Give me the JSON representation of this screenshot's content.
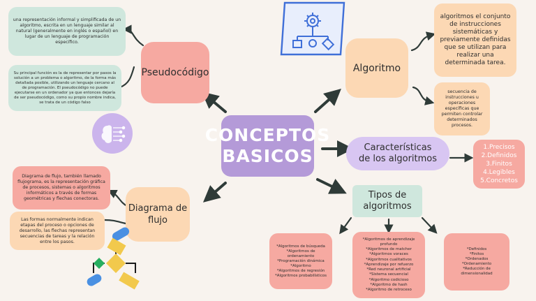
{
  "center": {
    "line1": "CONCEPTOS",
    "line2": "BASICOS"
  },
  "pseudocodigo": {
    "title": "Pseudocódigo",
    "def1": "una representación informal y simplificada de un algoritmo, escrita en un lenguaje similar al natural (generalmente en inglés o español) en lugar de un lenguaje de programación específico.",
    "def2": "Su principal función es la de representar por pasos la solución a un problema o algoritmo, de la forma más detallada posible, utilizando un lenguaje cercano al de programación. El pseudocódigo no puede ejecutarse en un ordenador ya que entonces dejaría de ser pseudocódigo, como su propio nombre indica, se trata de un código falso"
  },
  "algoritmo": {
    "title": "Algoritmo",
    "def1": "algoritmos el conjunto de instrucciones sistemáticas y previamente definidas que se utilizan para realizar una determinada tarea.",
    "def2": "secuencia de instrucciones u operaciones específicas que permiten controlar determinados procesos."
  },
  "caracteristicas": {
    "title_line1": "Características",
    "title_line2": "de los algoritmos",
    "items": [
      "1.Precisos",
      "2.Definidos",
      "3.Finitos",
      "4.Legibles",
      "5.Concretos"
    ]
  },
  "diagrama": {
    "title_line1": "Diagrama de",
    "title_line2": "flujo",
    "def1": "Diagrama de flujo, también llamado flujograma, es la representación gráfica de procesos, sistemas o algoritmos informáticos a través de formas geométricas y flechas conectoras.",
    "def2": "Las formas normalmente indican etapas del proceso o opciones de desarrollo, las flechas representan secuencias de tareas y la relación entre los pasos."
  },
  "tipos": {
    "title_line1": "Tipos de",
    "title_line2": "algoritmos",
    "group1": [
      "*Algoritmos de búsqueda",
      "*Algoritmos de ordenamiento",
      "*Programación dinámica",
      "*Algoritmo",
      "*Algoritmos de regresión",
      "*Algoritmos probabilísticos"
    ],
    "group2": [
      "*Algoritmos de aprendizaje profundo",
      "*Algoritmos de matcher",
      "*Algoritmos voraces",
      "*Algoritmos cualitativos",
      "*Aprendizaje por refuerzo",
      "*Red neuronal artificial",
      "*Sistema secuencial",
      "*Algoritmo codicioso",
      "*Algoritmo de hash",
      "*Algoritmo de retroceso"
    ],
    "group3": [
      "*Definidos",
      "*Finitos",
      "*Ordenados",
      "*Ordenamiento",
      "*Reducción de dimensionalidad"
    ]
  },
  "colors": {
    "mint": "#cfe7dd",
    "pink": "#f6a9a1",
    "peach": "#fcd8b4",
    "lavender": "#d8c6f2",
    "center": "#b49ad8",
    "arrow": "#2f3b38"
  }
}
